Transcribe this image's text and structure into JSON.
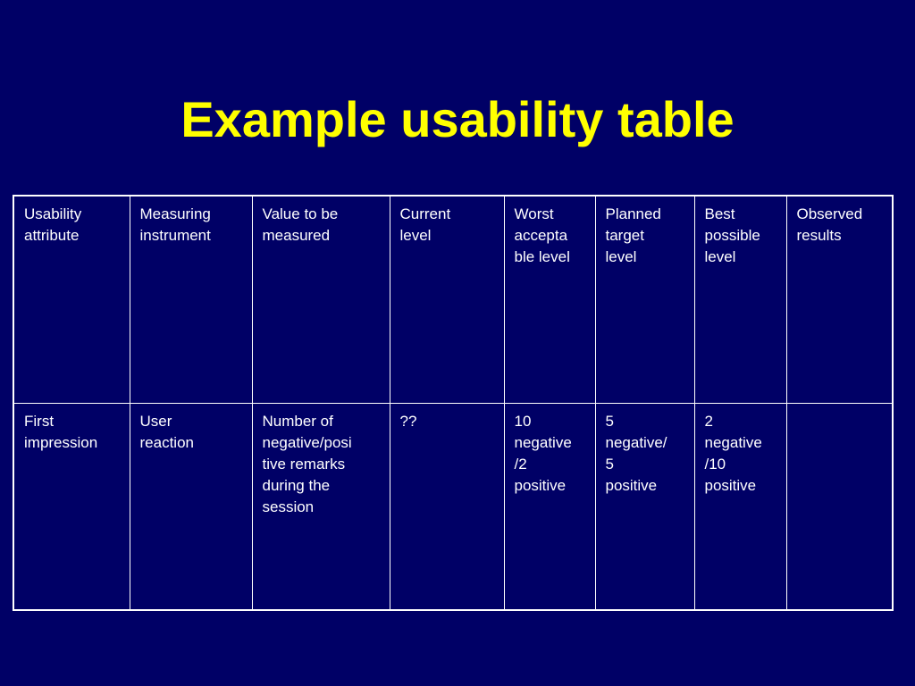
{
  "slide": {
    "title": "Example usability table"
  },
  "table": {
    "headers": [
      [
        "Usability",
        "attribute"
      ],
      [
        "Measuring",
        "instrument"
      ],
      [
        "Value to be",
        "measured"
      ],
      [
        "Current",
        "level"
      ],
      [
        "Worst",
        "accepta",
        "ble level"
      ],
      [
        "Planned",
        "target",
        "level"
      ],
      [
        "Best",
        "possible",
        "level"
      ],
      [
        "Observed",
        "results"
      ]
    ],
    "rows": [
      [
        [
          "First",
          "impression"
        ],
        [
          "User",
          "reaction"
        ],
        [
          "Number of",
          "negative/posi",
          "tive remarks",
          "during the",
          "session"
        ],
        [
          "??"
        ],
        [
          "10",
          "negative",
          "/2",
          "positive"
        ],
        [
          "5",
          "negative/",
          "5",
          "positive"
        ],
        [
          "2",
          "negative",
          "/10",
          "positive"
        ],
        []
      ]
    ]
  },
  "colors": {
    "background": "#000066",
    "title": "#ffff00",
    "text": "#ffffff",
    "border": "#ffffff"
  }
}
